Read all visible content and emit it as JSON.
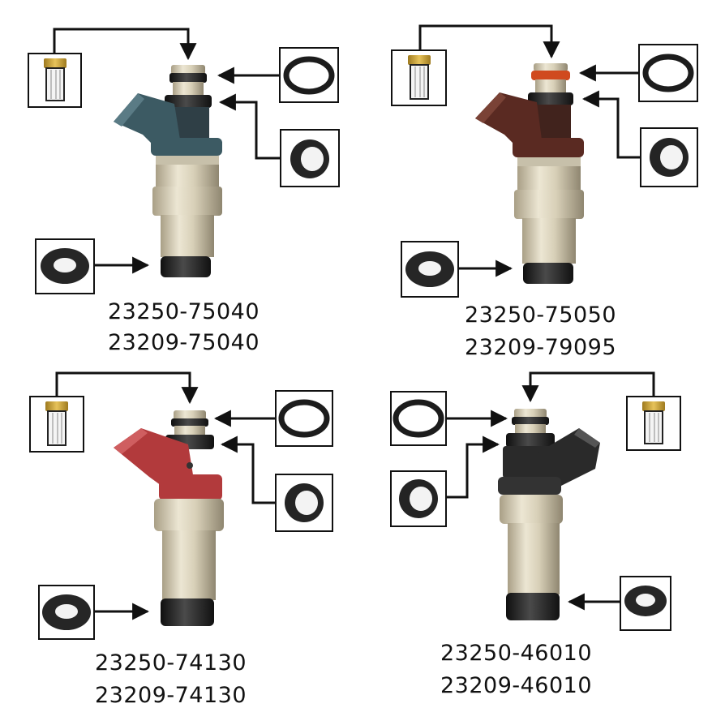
{
  "colors": {
    "background": "#ffffff",
    "frame": "#111111",
    "arrow": "#111111",
    "injector_body": "#cfc6ad",
    "seal_rubber": "#232323",
    "filter_brass": "#c7a23a",
    "connector_teal": "#3c5a63",
    "connector_brown": "#5a2a22",
    "connector_red": "#b23a3c",
    "connector_black": "#2a2a2a",
    "upper_oring_orange": "#d04a1e"
  },
  "panels": [
    {
      "connector_color": "connector_teal",
      "part_numbers": [
        "23250-75040",
        "23209-75040"
      ],
      "parts": [
        "filter-basket",
        "upper-o-ring",
        "upper-grommet",
        "lower-seal"
      ]
    },
    {
      "connector_color": "connector_brown",
      "part_numbers": [
        "23250-75050",
        "23209-79095"
      ],
      "parts": [
        "filter-basket",
        "upper-o-ring",
        "upper-grommet",
        "lower-seal"
      ]
    },
    {
      "connector_color": "connector_red",
      "part_numbers": [
        "23250-74130",
        "23209-74130"
      ],
      "parts": [
        "filter-basket",
        "upper-o-ring",
        "upper-grommet",
        "lower-seal"
      ]
    },
    {
      "connector_color": "connector_black",
      "part_numbers": [
        "23250-46010",
        "23209-46010"
      ],
      "parts": [
        "filter-basket",
        "upper-o-ring",
        "upper-grommet",
        "lower-seal"
      ]
    }
  ]
}
